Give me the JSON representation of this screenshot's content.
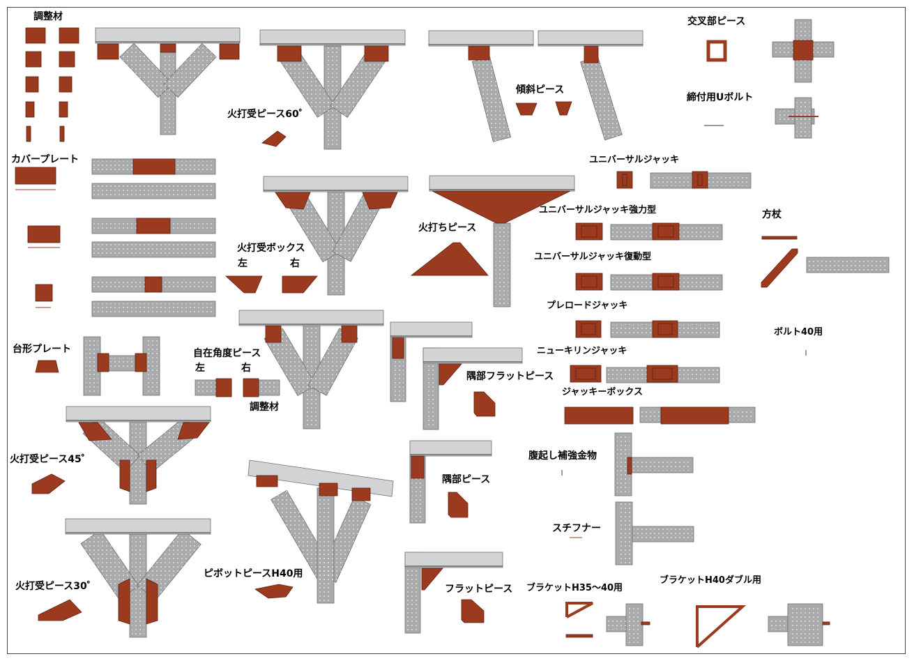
{
  "colors": {
    "steel": "#a9aaab",
    "steel_edge": "#6e6e6e",
    "flange": "#d2d3d4",
    "rust": "#9b3a1f",
    "rust_edge": "#5e200f",
    "holes": "#f4f4f4"
  },
  "labels": {
    "chousei_top": "調整材",
    "cover_plate": "カバープレート",
    "daikei_plate": "台形プレート",
    "hiuchi45": "火打受ピース45゜",
    "hiuchi30": "火打受ピース30゜",
    "hiuchi60": "火打受ピース60゜",
    "hiuchi_box": "火打受ボックス",
    "box_left": "左",
    "box_right": "右",
    "jizai": "自在角度ピース",
    "jizai_left": "左",
    "jizai_right": "右",
    "chousei_mid": "調整材",
    "pivot": "ピボットピースH40用",
    "keisha": "傾斜ピース",
    "hiuchi_piece": "火打ちピース",
    "gubu_flat": "隅部フラットピース",
    "gubu": "隅部ピース",
    "flat": "フラットピース",
    "kousa": "交叉部ピース",
    "ubolt": "締付用Uボルト",
    "univ": "ユニバーサルジャッキ",
    "univ_strong": "ユニバーサルジャッキ強力型",
    "univ_return": "ユニバーサルジャッキ復動型",
    "preload": "プレロードジャッキ",
    "newkirin": "ニューキリンジャッキ",
    "jackbox": "ジャッキーボックス",
    "houzue": "方杖",
    "bolt40": "ボルト40用",
    "haraokoshi": "腹起し補強金物",
    "stiffener": "スチフナー",
    "bracket35": "ブラケットH35～40用",
    "bracket40w": "ブラケットH40ダブル用"
  }
}
